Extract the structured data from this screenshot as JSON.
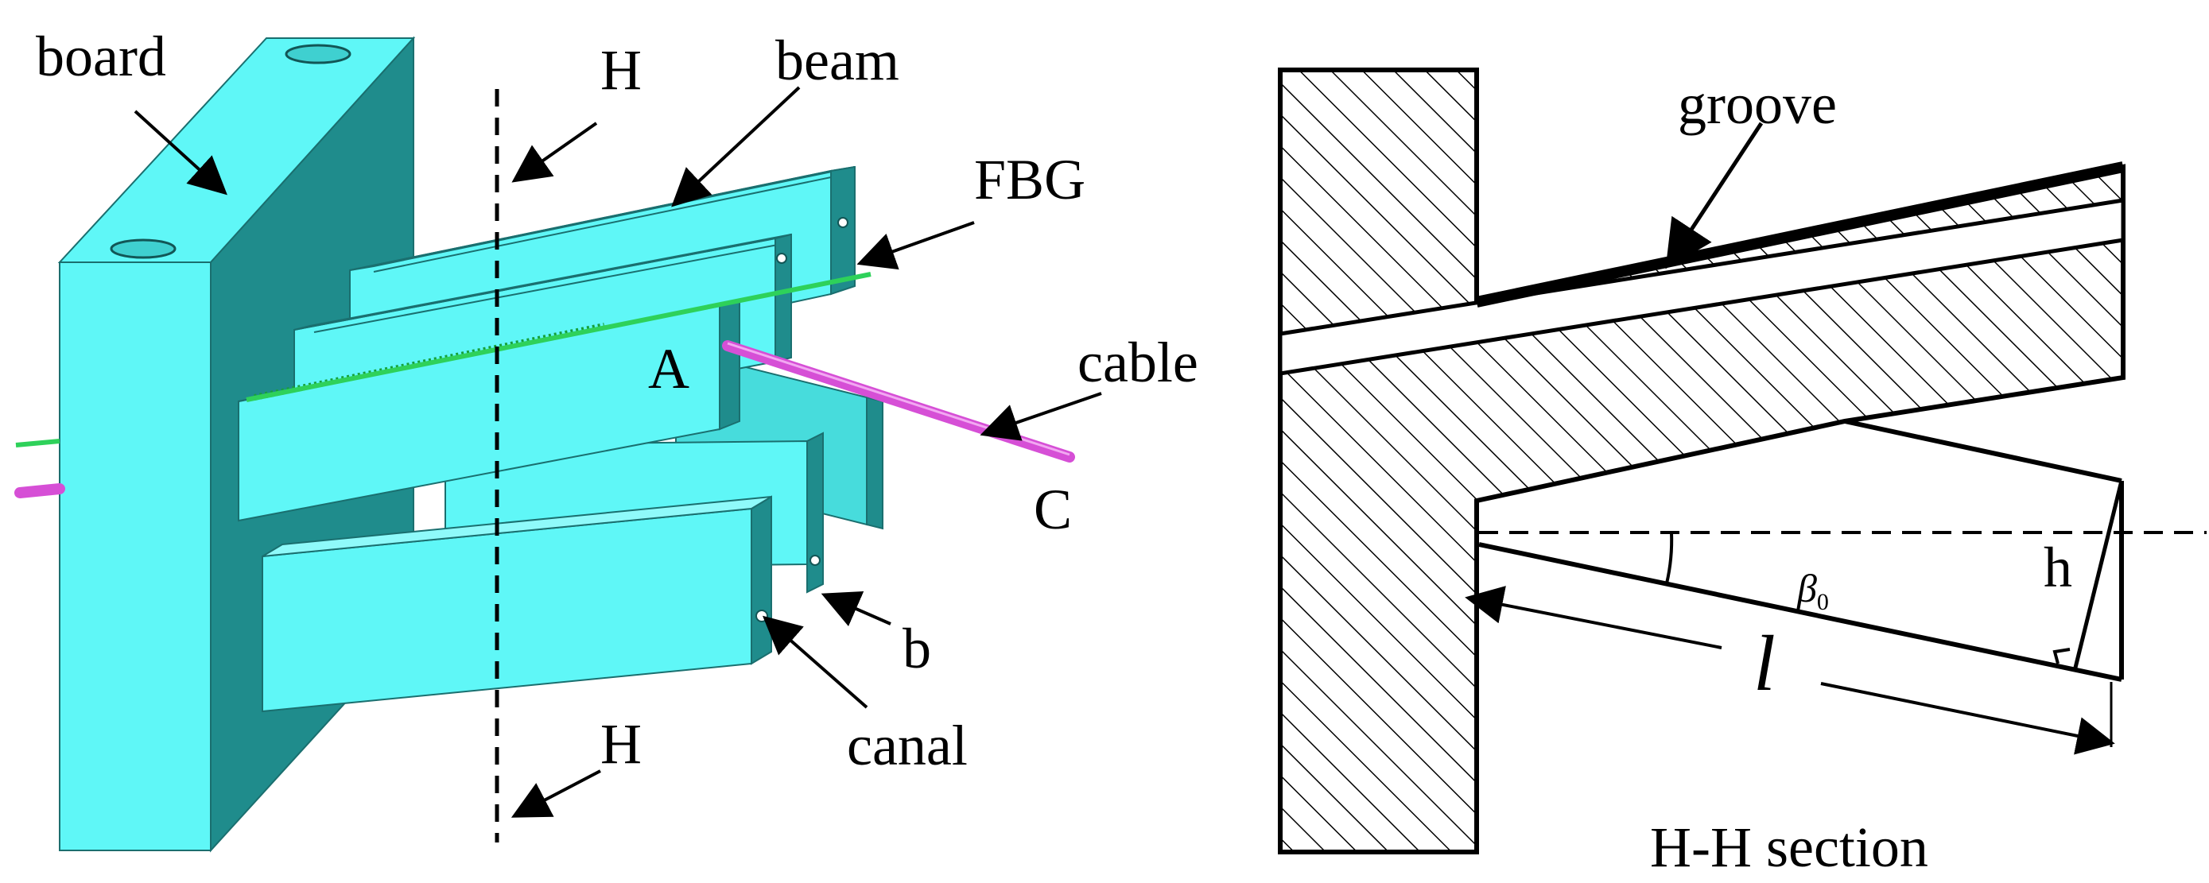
{
  "labels": {
    "board": "board",
    "beam": "beam",
    "fbg": "FBG",
    "cable": "cable",
    "point_a": "A",
    "point_b": "b",
    "point_c": "C",
    "canal": "canal",
    "section_top": "H",
    "section_bottom": "H",
    "groove": "groove",
    "angle": "β",
    "angle_sub": "0",
    "height": "h",
    "length": "l",
    "section_title": "H-H section"
  },
  "colors": {
    "cyan_light": "#5FF7F7",
    "cyan_mid": "#47DCDC",
    "teal_dark": "#1F8C8C",
    "fbg_green": "#2ED15A",
    "cable_magenta": "#D64FD6",
    "stroke": "#000000"
  }
}
